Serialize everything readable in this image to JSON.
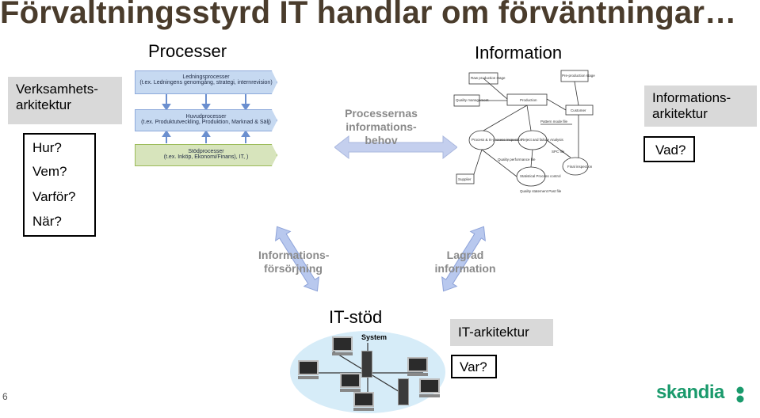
{
  "slide": {
    "title": "Förvaltningsstyrd IT handlar om förväntningar…",
    "page_number": "6",
    "logo_text": "skandia"
  },
  "processes": {
    "heading": "Processer",
    "box1_title": "Ledningsprocesser",
    "box1_sub": "(t.ex. Ledningens genomgång, strategi, internrevision)",
    "box2_title": "Huvudprocesser",
    "box2_sub": "(t.ex. Produktutveckling, Produktion, Marknad & Sälj)",
    "box3_title": "Stödprocesser",
    "box3_sub": "(t.ex. Inköp, Ekonomi/Finans), IT, )"
  },
  "information": {
    "heading": "Information"
  },
  "left_panel": {
    "heading": "Verksamhets-\narkitektur",
    "questions": [
      "Hur?",
      "Vem?",
      "Varför?",
      "När?"
    ]
  },
  "right_panel": {
    "heading": "Informations-\narkitektur",
    "question": "Vad?"
  },
  "arrows": {
    "top_label": "Processernas\ninformations-\nbehov",
    "left_label": "Informations-\nförsörjning",
    "right_label": "Lagrad\ninformation"
  },
  "it": {
    "heading": "IT-stöd",
    "system_label": "System",
    "arch_heading": "IT-arkitektur",
    "arch_question": "Var?"
  },
  "flow_diagram": {
    "nodes": [
      "Raw production stage",
      "Pre-production stage",
      "Quality management",
      "Production",
      "Customer",
      "Process & In-process inspection",
      "Pattern mode file",
      "Final inspection",
      "Statistical Process control",
      "Supplier",
      "SPC file",
      "Quality performance file",
      "Quality statement Past file",
      "Reject and failure Analysis"
    ]
  },
  "colors": {
    "title": "#4a3c2c",
    "gray_box": "#d9d9d9",
    "process_blue": "#c6d9f1",
    "process_green": "#d7e4bc",
    "arrow_blue": "#b8c8ee",
    "logo": "#1a9a6c"
  }
}
